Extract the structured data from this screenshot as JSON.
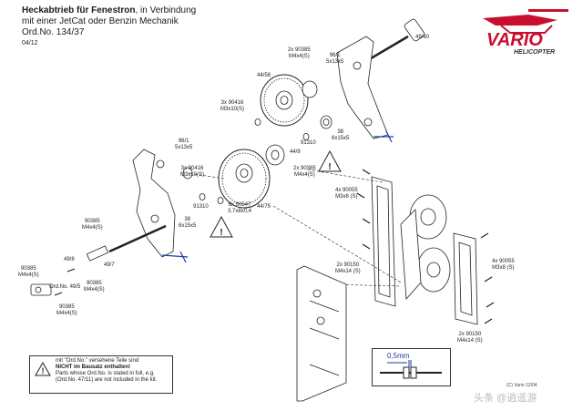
{
  "header": {
    "title_bold": "Heckabtrieb für Fenestron",
    "title_rest": ", in Verbindung",
    "line2": "mit einer JetCat  oder Benzin Mechanik",
    "line3": "Ord.No. 134/37",
    "date": "04/12"
  },
  "logo": {
    "brand": "VARIO",
    "sub": "HELICOPTER"
  },
  "labels": {
    "l4960": "49/60",
    "l90385a": "2x 90385\nM4x4(S)",
    "l961a": "96/1\n5x13x5",
    "l4458": "44/58",
    "l90416a": "3x 90416\nM3x10(S)",
    "l38a": "38\n6x15x5",
    "l91310a": "91310",
    "l961b": "96/1\n5x13x5",
    "l90416b": "3x 90416\nM3x10(S)",
    "l449": "44/9",
    "l90385b": "2x 90385\nM4x4(S)",
    "l91310b": "91310",
    "l6x": "6x 90547\n3,7x8x0,4",
    "l4475": "44/75",
    "l38b": "38\n6x15x5",
    "l90385c": "90385\nM4x4(S)",
    "l498": "49/8",
    "l497": "49/7",
    "l90385d": "90385\nM4x4(S)",
    "l90385e": "90385\nM4x4(S)",
    "l90385f": "90385\nM4x4(S)",
    "lord": "Ord.No. 49/5",
    "l90055a": "4x 90055\nM3x8 (S)",
    "l90150a": "2x 90150\nM4x14 (S)",
    "l90055b": "4x 90055\nM3x8 (S)",
    "l90150b": "2x 90150\nM4x14 (S)"
  },
  "note": {
    "de_1": "mit \"Ord.No.\" versehene  Teile sind",
    "de_2": "NICHT im Bausatz enthalten!",
    "en_1": "Parts whose Ord.No. is stated in full, e.g.",
    "en_2": "(Ord.No. 47/11) are not included in the kit."
  },
  "detail": {
    "dimension": "0,5mm"
  },
  "copyright": "(C) Vario 12/04",
  "watermark": "头条 @逍遥游"
}
